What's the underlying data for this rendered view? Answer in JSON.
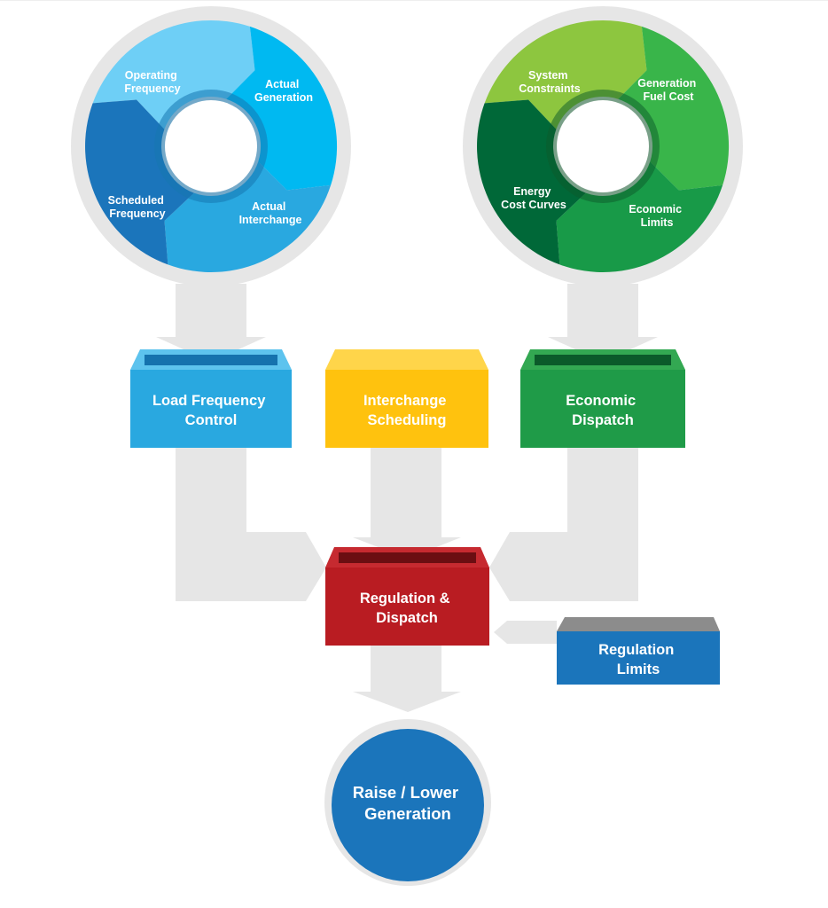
{
  "left_cycle": {
    "segments": [
      {
        "line1": "Operating",
        "line2": "Frequency",
        "color": "#6ecff6"
      },
      {
        "line1": "Actual",
        "line2": "Generation",
        "color": "#00b9f1"
      },
      {
        "line1": "Actual",
        "line2": "Interchange",
        "color": "#29a8e0"
      },
      {
        "line1": "Scheduled",
        "line2": "Frequency",
        "color": "#1b75bb"
      }
    ]
  },
  "right_cycle": {
    "segments": [
      {
        "line1": "System",
        "line2": "Constraints",
        "color": "#8dc63f"
      },
      {
        "line1": "Generation",
        "line2": "Fuel Cost",
        "color": "#39b54a"
      },
      {
        "line1": "Economic",
        "line2": "Limits",
        "color": "#189a48"
      },
      {
        "line1": "Energy",
        "line2": "Cost Curves",
        "color": "#006838"
      }
    ]
  },
  "boxes": {
    "load_frequency": {
      "line1": "Load Frequency",
      "line2": "Control",
      "color": "#29a8e0"
    },
    "interchange": {
      "line1": "Interchange",
      "line2": "Scheduling",
      "color": "#ffc20e"
    },
    "economic": {
      "line1": "Economic",
      "line2": "Dispatch",
      "color": "#1f9b48"
    },
    "regulation_dispatch": {
      "line1": "Regulation &",
      "line2": "Dispatch",
      "color": "#b91c22"
    },
    "regulation_limits": {
      "line1": "Regulation",
      "line2": "Limits",
      "color": "#1b75bb"
    }
  },
  "output": {
    "line1": "Raise / Lower",
    "line2": "Generation",
    "color": "#1b75bb"
  },
  "connector_color": "#e6e6e6"
}
